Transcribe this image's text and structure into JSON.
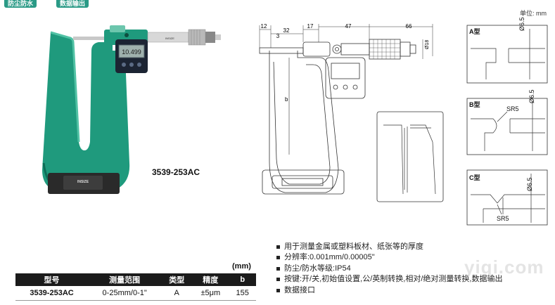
{
  "badges": [
    "防尘防水",
    "数据输出"
  ],
  "unit_note": "单位: mm",
  "model_label": "3539-253AC",
  "digital_display": "10.499",
  "brand_logo": "INSIZE",
  "drawing": {
    "dims": {
      "d12": "12",
      "d3": "3",
      "d32": "32",
      "d17": "17",
      "d47": "47",
      "d66": "66",
      "d18": "Ø18",
      "db": "b"
    }
  },
  "types": {
    "a": {
      "label": "A型",
      "dim": "Ø6.5"
    },
    "b": {
      "label": "B型",
      "dim": "Ø6.5",
      "sr": "SR5"
    },
    "c": {
      "label": "C型",
      "dim": "Ø6.5",
      "sr": "SR5"
    }
  },
  "table": {
    "unit": "(mm)",
    "headers": [
      "型号",
      "测量范围",
      "类型",
      "精度",
      "b"
    ],
    "rows": [
      [
        "3539-253AC",
        "0-25mm/0-1\"",
        "A",
        "±5μm",
        "155"
      ]
    ]
  },
  "features": [
    "用于测量金属或塑料板材、纸张等的厚度",
    "分辨率:0.001mm/0.00005\"",
    "防尘/防水等级:IP54",
    "按键:开/关,初始值设置,公/英制转换,相对/绝对测量转换,数据输出",
    "数据接口"
  ],
  "watermark": "yiqi.com",
  "colors": {
    "frame_green": "#1f9a7d",
    "badge_green": "#2a9a86",
    "table_header": "#1b1b1b"
  }
}
